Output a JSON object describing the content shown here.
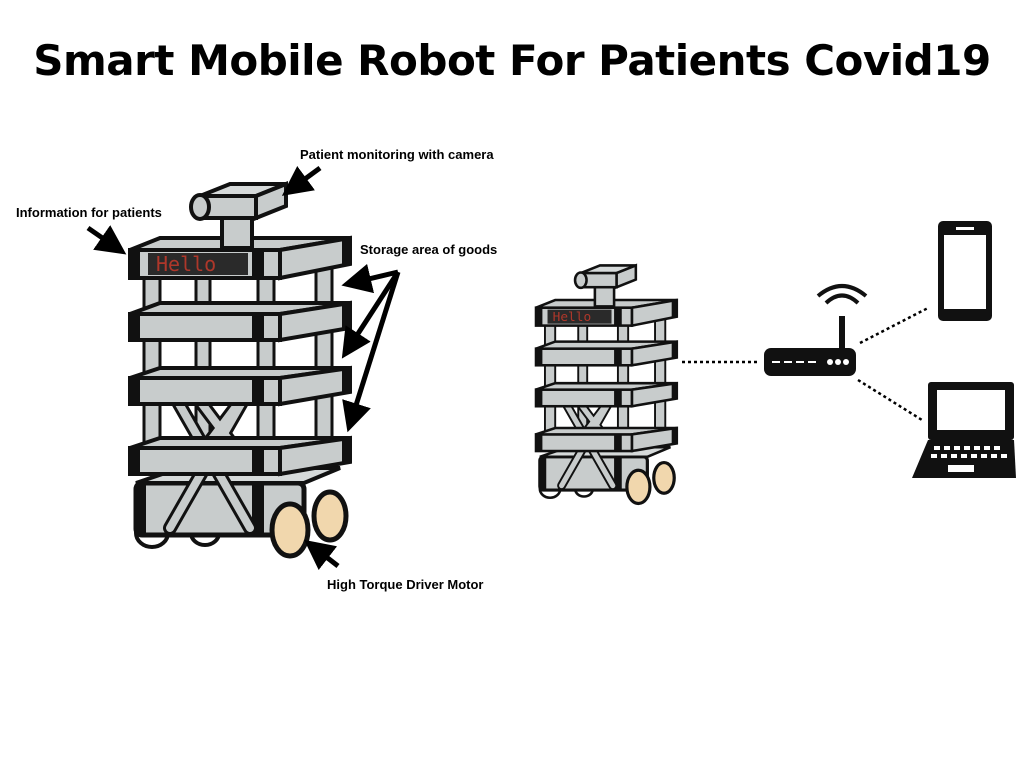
{
  "title": "Smart Mobile Robot For Patients Covid19",
  "labels": {
    "camera": "Patient monitoring with camera",
    "info": "Information for patients",
    "storage": "Storage area of goods",
    "motor": "High Torque Driver Motor"
  },
  "display_text": "Hello",
  "colors": {
    "metal": "#c8cccc",
    "outline": "#111111",
    "wheel": "#f1d7ad",
    "led": "#c63a2a"
  },
  "icons": [
    "robot",
    "wifi-router",
    "smartphone",
    "laptop"
  ]
}
